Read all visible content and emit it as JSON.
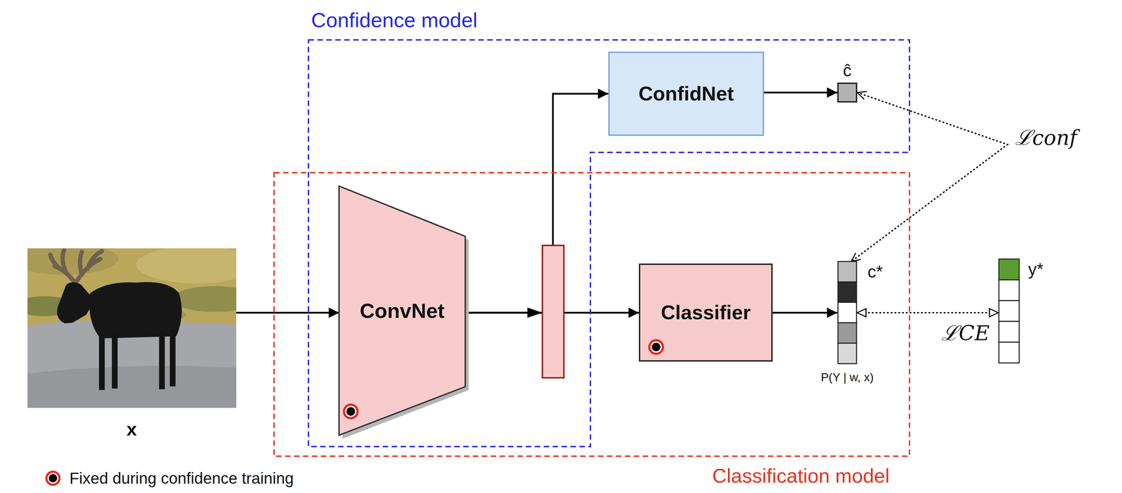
{
  "diagram": {
    "nodes": [
      {
        "text": [
          "Confidence model"
        ]
      },
      {
        "text": [
          "ConfidNet"
        ],
        "in": 0
      },
      {
        "text": [
          "ĉ"
        ],
        "in": 0
      },
      {
        "text": [
          "x"
        ]
      },
      {
        "text": [
          "Classification model"
        ]
      },
      {
        "text": [
          "ConvNet"
        ],
        "in": 4
      },
      {
        "text": [
          "Classifier"
        ],
        "in": 4
      },
      {
        "text": [
          "c*",
          "P(Y | w, x)"
        ],
        "in": 4
      },
      {
        "text": [
          "y*"
        ]
      }
    ],
    "edges": [
      {
        "from": 3,
        "to": 5,
        "arrow": "to"
      },
      {
        "from": 5,
        "to": 1,
        "arrow": "to"
      },
      {
        "from": 5,
        "to": 6,
        "arrow": "to"
      },
      {
        "from": 6,
        "to": 7,
        "arrow": "to"
      },
      {
        "from": 1,
        "to": 2,
        "arrow": "to"
      },
      {
        "from": 2,
        "to": 7,
        "label": "ℒconf",
        "arrow": "both"
      },
      {
        "from": 7,
        "to": 8,
        "label": "ℒCE",
        "arrow": "both"
      }
    ],
    "legend": [
      {
        "text": "Fixed during confidence training"
      }
    ]
  }
}
